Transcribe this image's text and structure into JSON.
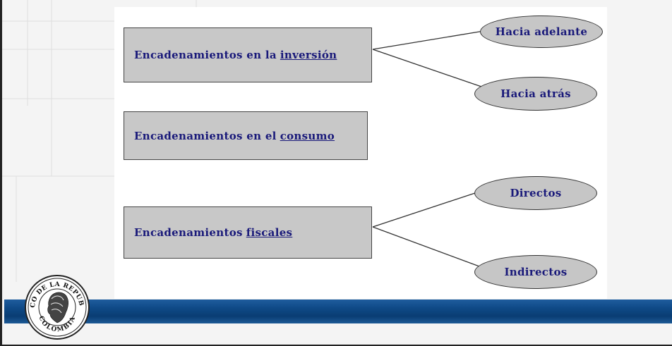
{
  "diagram": {
    "boxes": [
      {
        "text": "Encadenamientos en la",
        "link": "inversión"
      },
      {
        "text": "Encadenamientos en el",
        "link": "consumo"
      },
      {
        "text": "Encadenamientos",
        "link": "fiscales"
      }
    ],
    "ellipses": [
      "Hacia adelante",
      "Hacia atrás",
      "Directos",
      "Indirectos"
    ]
  },
  "logo": {
    "name": "BANCO DE LA REPÚBLICA COLOMBIA seal",
    "text_top": "BANCO DE LA REPUBLICA",
    "text_bottom": "COLOMBIA"
  },
  "colors": {
    "box_fill": "#c8c8c8",
    "text": "#1a1a7a",
    "band": "#0f4a87"
  }
}
